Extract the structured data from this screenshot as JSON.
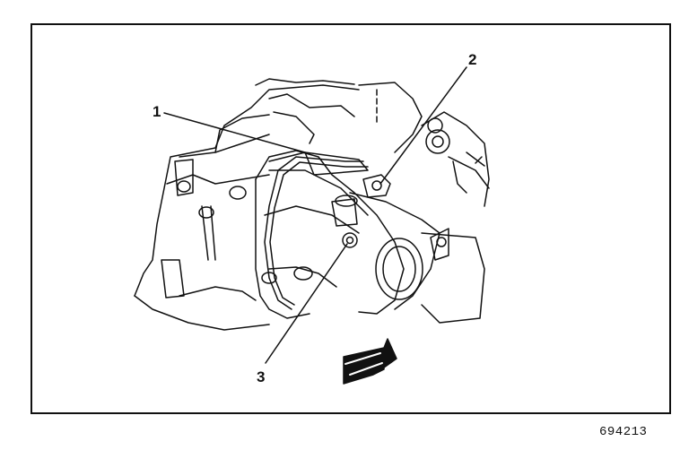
{
  "figure": {
    "id": "694213",
    "callouts": [
      {
        "key": "1",
        "label": "1"
      },
      {
        "key": "2",
        "label": "2"
      },
      {
        "key": "3",
        "label": "3"
      }
    ],
    "direction_arrow_icon": "front-arrow-icon"
  },
  "colors": {
    "line": "#111111",
    "background": "#ffffff"
  }
}
